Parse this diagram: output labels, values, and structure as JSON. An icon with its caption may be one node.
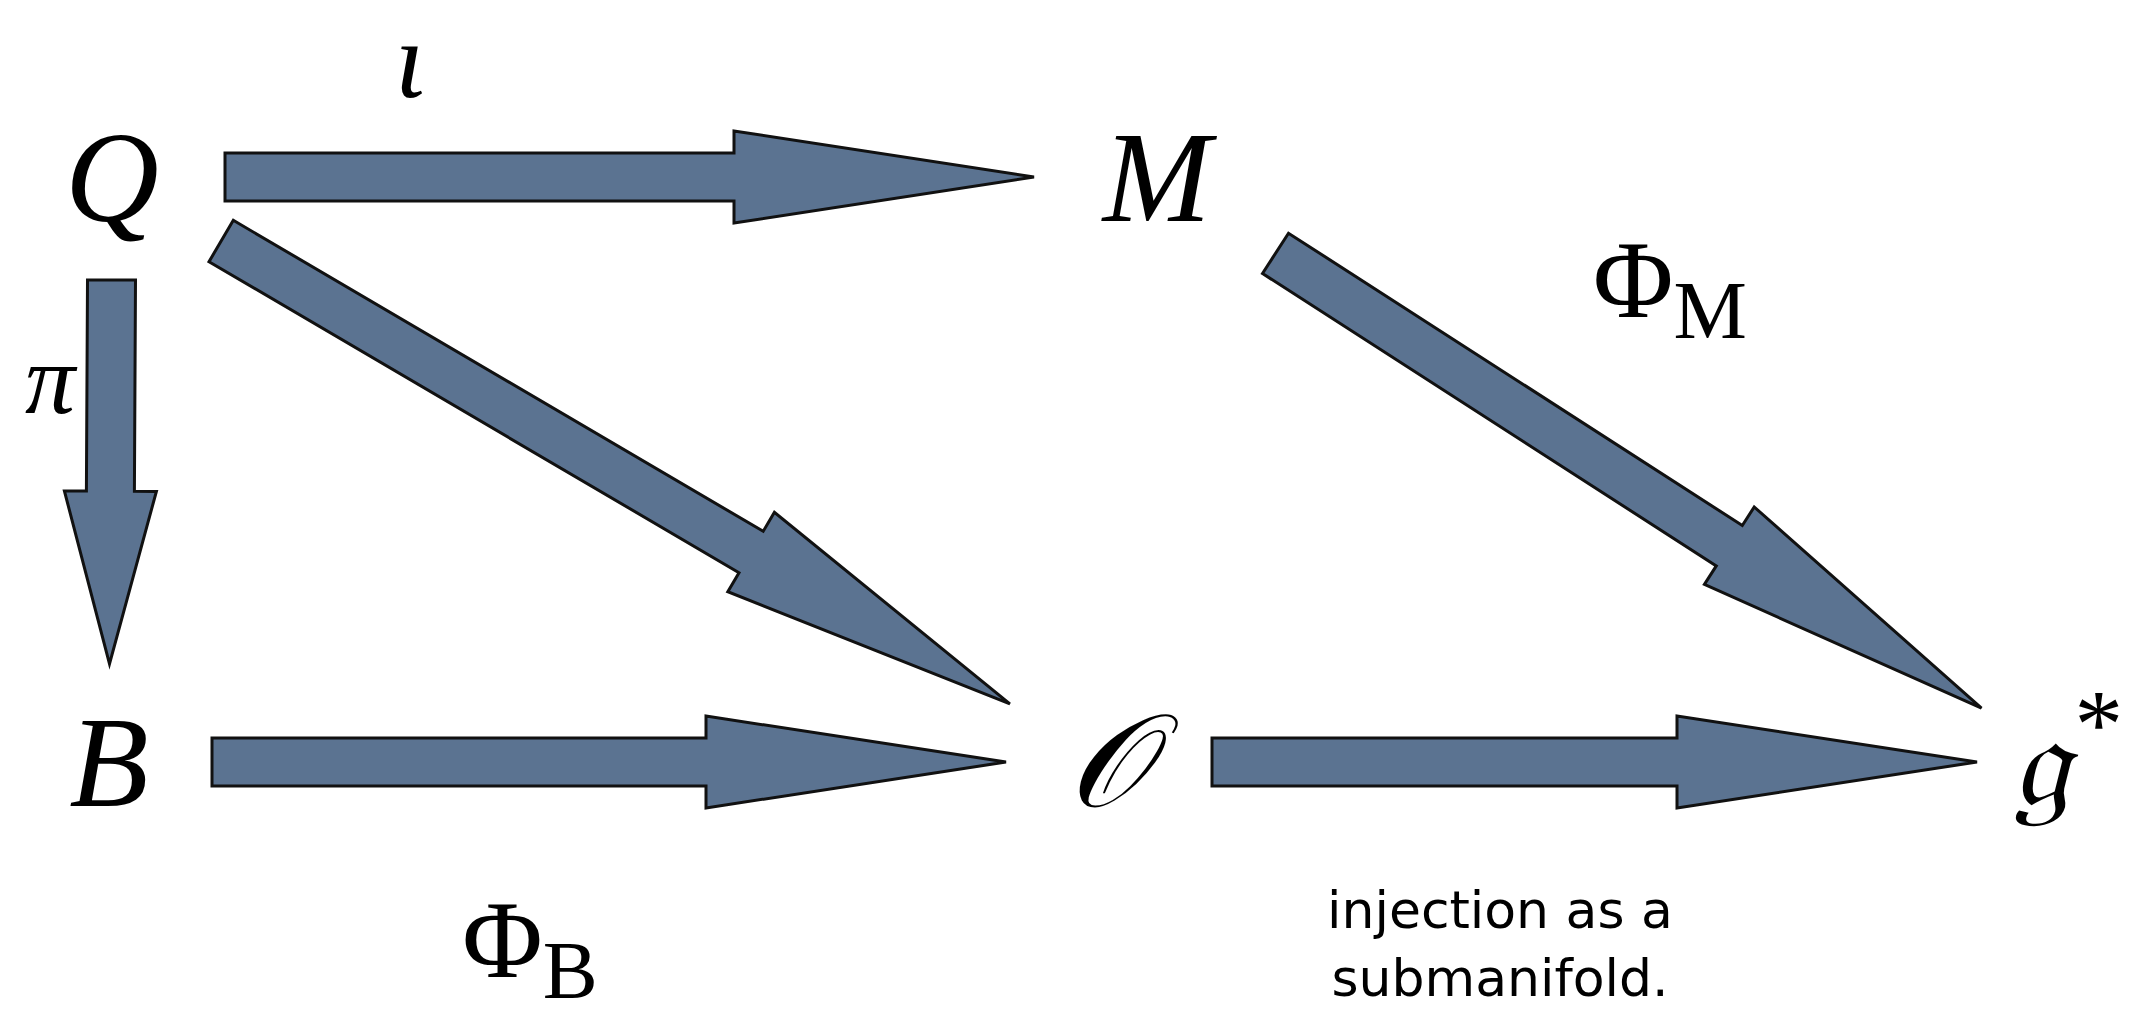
{
  "diagram": {
    "nodes": [
      {
        "text": [
          "Q"
        ]
      },
      {
        "text": [
          "M"
        ]
      },
      {
        "text": [
          "B"
        ]
      },
      {
        "text": [
          "𝒪"
        ]
      },
      {
        "text": [
          "𝔤$^{*}$"
        ]
      }
    ],
    "edges": [
      {
        "from": 0,
        "to": 1,
        "arrow": "to",
        "label": "ι"
      },
      {
        "from": 0,
        "to": 2,
        "arrow": "to",
        "label": "π"
      },
      {
        "from": 0,
        "to": 3,
        "arrow": "to"
      },
      {
        "from": 1,
        "to": 4,
        "arrow": "to",
        "label": "Φ$_{M}$"
      },
      {
        "from": 2,
        "to": 3,
        "arrow": "to",
        "label": "Φ$_{B}$"
      },
      {
        "from": 3,
        "to": 4,
        "arrow": "to",
        "label": "injection as a submanifold."
      }
    ]
  }
}
